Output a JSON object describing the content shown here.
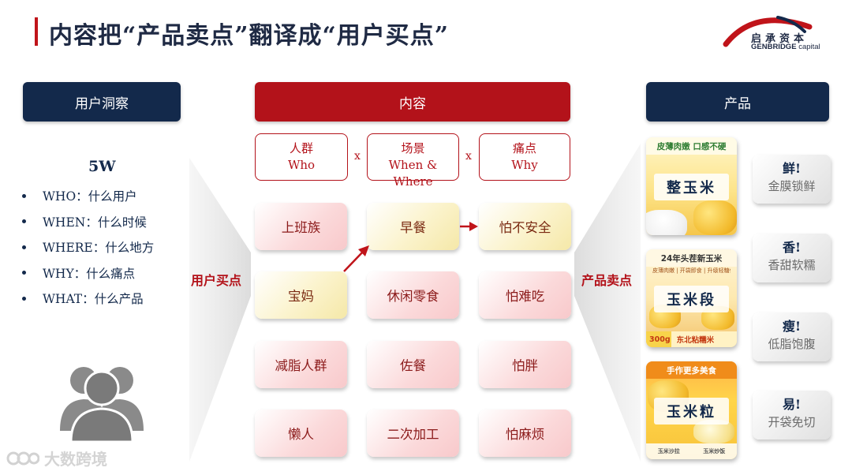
{
  "title": "内容把“产品卖点”翻译成“用户买点”",
  "logo": {
    "cn": "启承资本",
    "en_bold": "GENBRIDGE",
    "en_light": "capital"
  },
  "headers": {
    "left": "用户洞察",
    "middle": "内容",
    "right": "产品"
  },
  "insight": {
    "title": "5W",
    "items": [
      "WHO：什么用户",
      "WHEN：什么时候",
      "WHERE：什么地方",
      "WHY：什么痛点",
      "WHAT：什么产品"
    ]
  },
  "side_labels": {
    "left": "用户买点",
    "right": "产品卖点"
  },
  "dimensions": [
    {
      "cn": "人群",
      "en": "Who"
    },
    {
      "cn": "场景",
      "en": "When & Where"
    },
    {
      "cn": "痛点",
      "en": "Why"
    }
  ],
  "times_symbol": "x",
  "matrix": {
    "who": [
      "上班族",
      "宝妈",
      "减脂人群",
      "懒人"
    ],
    "when_where": [
      "早餐",
      "休闲零食",
      "佐餐",
      "二次加工"
    ],
    "why": [
      "怕不安全",
      "怕难吃",
      "怕胖",
      "怕麻烦"
    ]
  },
  "products": [
    {
      "banner": "皮薄肉嫩 口感不硬",
      "subbanner": "",
      "label": "整玉米",
      "foot_weight": "",
      "foot_brand": ""
    },
    {
      "banner": "24年头茬新玉米",
      "subbanner": "皮薄肉嫩 | 开袋即食 | 升级轻糖低脂",
      "label": "玉米段",
      "foot_weight": "300g",
      "foot_brand": "东北粘糯米"
    },
    {
      "banner": "手作更多美食",
      "subbanner": "",
      "label": "玉米粒",
      "foot_left": "玉米沙拉",
      "foot_right": "玉米炒饭"
    }
  ],
  "benefits": [
    {
      "head": "鲜!",
      "sub": "金膜锁鲜"
    },
    {
      "head": "香!",
      "sub": "香甜软糯"
    },
    {
      "head": "瘦!",
      "sub": "低脂饱腹"
    },
    {
      "head": "易!",
      "sub": "开袋免切"
    }
  ],
  "watermark": "大数跨境",
  "colors": {
    "navy": "#13294b",
    "red": "#b3121a",
    "pink_card": "#f8c9cb",
    "yellow_card": "#f5e8a8",
    "grey_card": "#e0e0e0"
  }
}
